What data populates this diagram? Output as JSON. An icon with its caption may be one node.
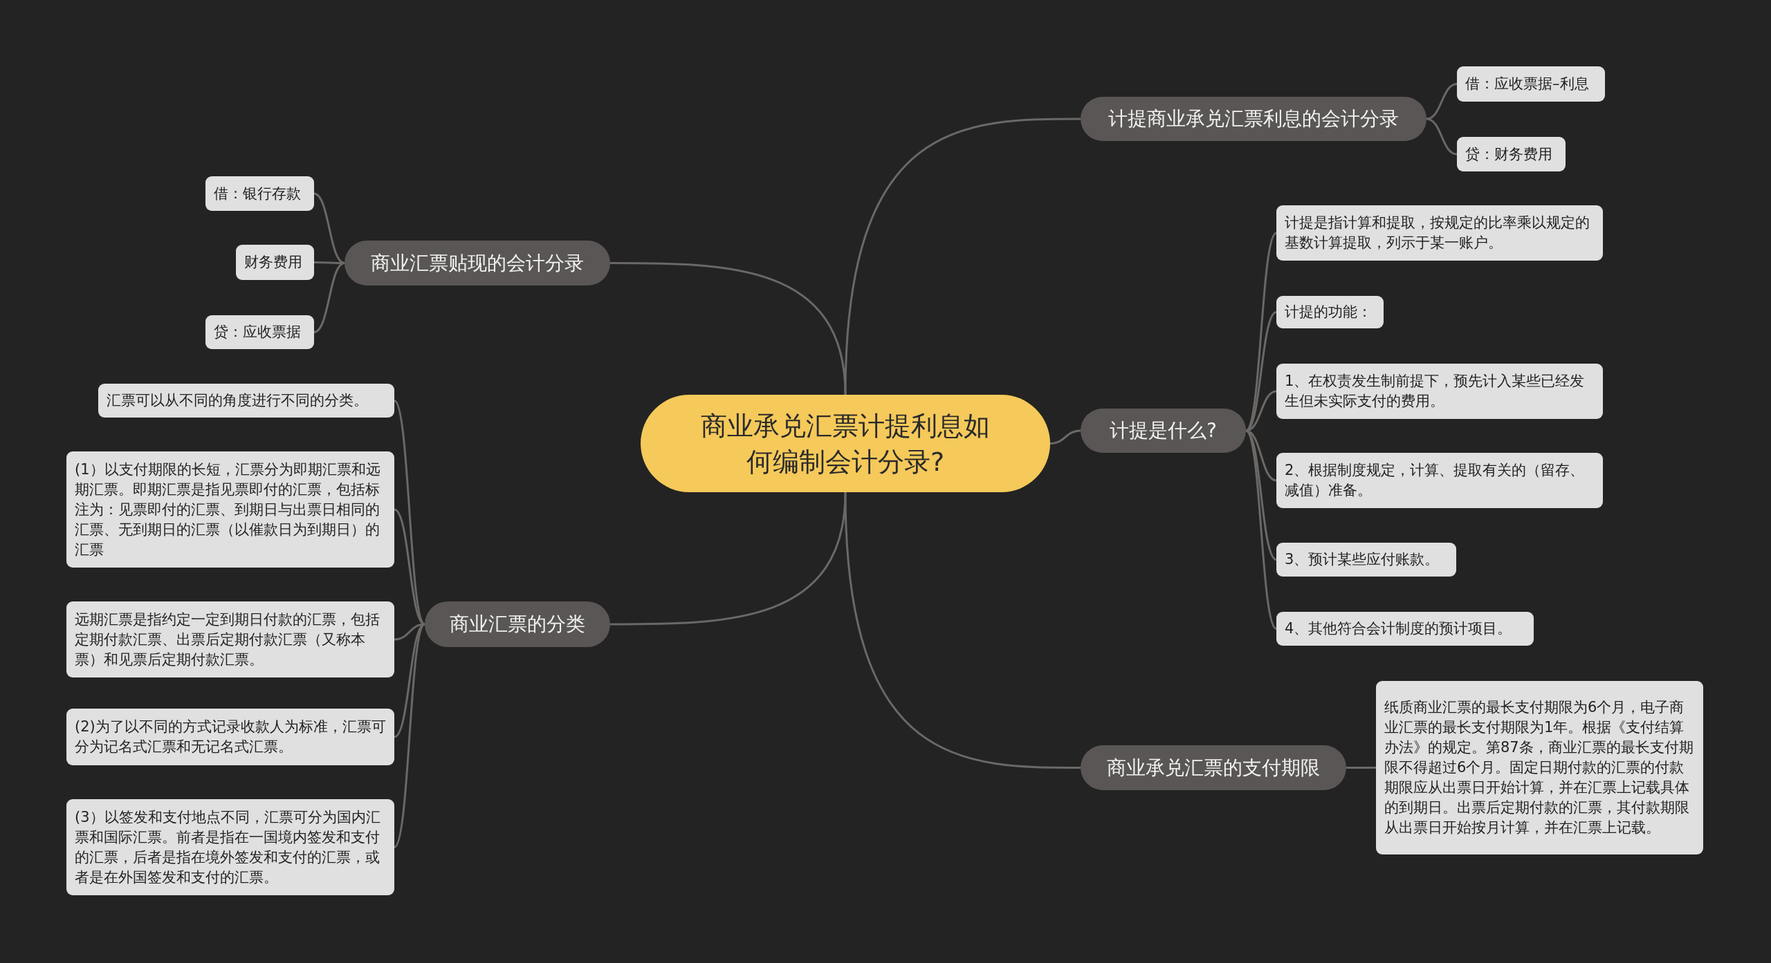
{
  "diagram": {
    "nodes": [
      {
        "text": [
          "商业承兑汇票计提利息如何编制会计分录?"
        ]
      },
      {
        "text": [
          "计提商业承兑汇票利息的会计分录"
        ]
      },
      {
        "text": [
          "借：应收票据–利息"
        ]
      },
      {
        "text": [
          "贷：财务费用"
        ]
      },
      {
        "text": [
          "计提是什么?"
        ]
      },
      {
        "text": [
          "计提是指计算和提取，按规定的比率乘以规定的基数计算提取，列示于某一账户。"
        ]
      },
      {
        "text": [
          "计提的功能："
        ]
      },
      {
        "text": [
          "1、在权责发生制前提下，预先计入某些已经发生但未实际支付的费用。"
        ]
      },
      {
        "text": [
          "2、根据制度规定，计算、提取有关的（留存、减值）准备。"
        ]
      },
      {
        "text": [
          "3、预计某些应付账款。"
        ]
      },
      {
        "text": [
          "4、其他符合会计制度的预计项目。"
        ]
      },
      {
        "text": [
          "商业承兑汇票的支付期限"
        ]
      },
      {
        "text": [
          "纸质商业汇票的最长支付期限为6个月，电子商业汇票的最长支付期限为1年。根据《支付结算办法》的规定。第87条，商业汇票的最长支付期限不得超过6个月。固定日期付款的汇票的付款期限应从出票日开始计算，并在汇票上记载具体的到期日。出票后定期付款的汇票，其付款期限从出票日开始按月计算，并在汇票上记载。"
        ]
      },
      {
        "text": [
          "商业汇票贴现的会计分录"
        ]
      },
      {
        "text": [
          "借：银行存款"
        ]
      },
      {
        "text": [
          "财务费用"
        ]
      },
      {
        "text": [
          "贷：应收票据"
        ]
      },
      {
        "text": [
          "商业汇票的分类"
        ]
      },
      {
        "text": [
          "汇票可以从不同的角度进行不同的分类。"
        ]
      },
      {
        "text": [
          "(1）以支付期限的长短，汇票分为即期汇票和远期汇票。即期汇票是指见票即付的汇票，包括标注为：见票即付的汇票、到期日与出票日相同的汇票、无到期日的汇票（以催款日为到期日）的汇票"
        ]
      },
      {
        "text": [
          "远期汇票是指约定一定到期日付款的汇票，包括定期付款汇票、出票后定期付款汇票（又称本票）和见票后定期付款汇票。"
        ]
      },
      {
        "text": [
          "(2)为了以不同的方式记录收款人为标准，汇票可分为记名式汇票和无记名式汇票。"
        ]
      },
      {
        "text": [
          "(3）以签发和支付地点不同，汇票可分为国内汇票和国际汇票。前者是指在一国境内签发和支付的汇票，后者是指在境外签发和支付的汇票，或者是在外国签发和支付的汇票。"
        ]
      }
    ],
    "edges": [
      {
        "from": 0,
        "to": 1,
        "arrow": "none"
      },
      {
        "from": 1,
        "to": 2,
        "arrow": "none"
      },
      {
        "from": 1,
        "to": 3,
        "arrow": "none"
      },
      {
        "from": 0,
        "to": 4,
        "arrow": "none"
      },
      {
        "from": 4,
        "to": 5,
        "arrow": "none"
      },
      {
        "from": 4,
        "to": 6,
        "arrow": "none"
      },
      {
        "from": 4,
        "to": 7,
        "arrow": "none"
      },
      {
        "from": 4,
        "to": 8,
        "arrow": "none"
      },
      {
        "from": 4,
        "to": 9,
        "arrow": "none"
      },
      {
        "from": 4,
        "to": 10,
        "arrow": "none"
      },
      {
        "from": 0,
        "to": 11,
        "arrow": "none"
      },
      {
        "from": 11,
        "to": 12,
        "arrow": "none"
      },
      {
        "from": 0,
        "to": 13,
        "arrow": "none"
      },
      {
        "from": 13,
        "to": 14,
        "arrow": "none"
      },
      {
        "from": 13,
        "to": 15,
        "arrow": "none"
      },
      {
        "from": 13,
        "to": 16,
        "arrow": "none"
      },
      {
        "from": 0,
        "to": 17,
        "arrow": "none"
      },
      {
        "from": 17,
        "to": 18,
        "arrow": "none"
      },
      {
        "from": 17,
        "to": 19,
        "arrow": "none"
      },
      {
        "from": 17,
        "to": 20,
        "arrow": "none"
      },
      {
        "from": 17,
        "to": 21,
        "arrow": "none"
      },
      {
        "from": 17,
        "to": 22,
        "arrow": "none"
      }
    ]
  }
}
